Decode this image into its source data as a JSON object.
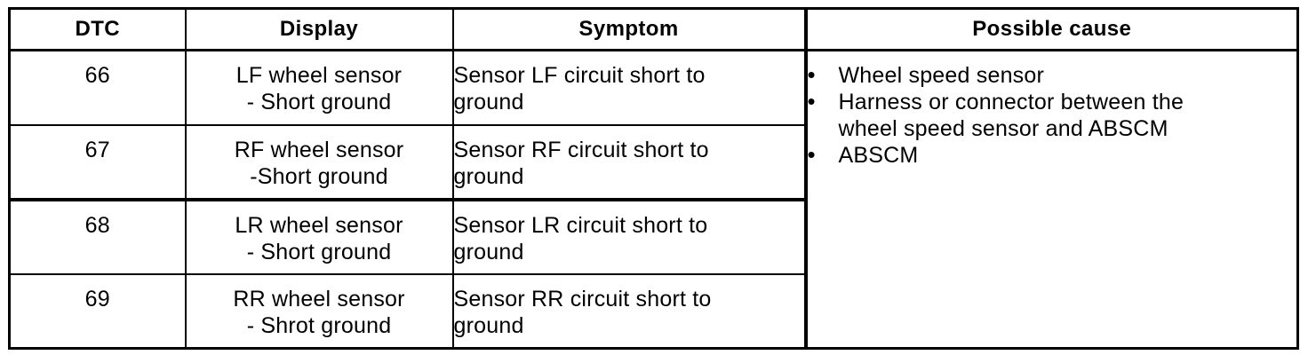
{
  "colors": {
    "ink": "#000000",
    "paper": "#ffffff"
  },
  "icons": {
    "bullet": "•"
  },
  "table": {
    "headers": [
      {
        "label": "DTC"
      },
      {
        "label": "Display"
      },
      {
        "label": "Symptom"
      },
      {
        "label": "Possible cause"
      }
    ],
    "rows": [
      {
        "dtc": "66",
        "display_lines": [
          "LF wheel sensor",
          "- Short ground"
        ],
        "symptom": "Sensor LF circuit short to ground"
      },
      {
        "dtc": "67",
        "display_lines": [
          "RF wheel sensor",
          "-Short ground"
        ],
        "symptom": "Sensor RF circuit short to ground"
      },
      {
        "dtc": "68",
        "display_lines": [
          "LR wheel sensor",
          "- Short ground"
        ],
        "symptom": "Sensor LR circuit short to ground"
      },
      {
        "dtc": "69",
        "display_lines": [
          "RR wheel sensor",
          "- Shrot ground"
        ],
        "symptom": "Sensor RR circuit short to ground"
      }
    ],
    "possible_causes": [
      "Wheel speed sensor",
      "Harness or connector between the wheel speed sensor and ABSCM",
      "ABSCM"
    ]
  }
}
